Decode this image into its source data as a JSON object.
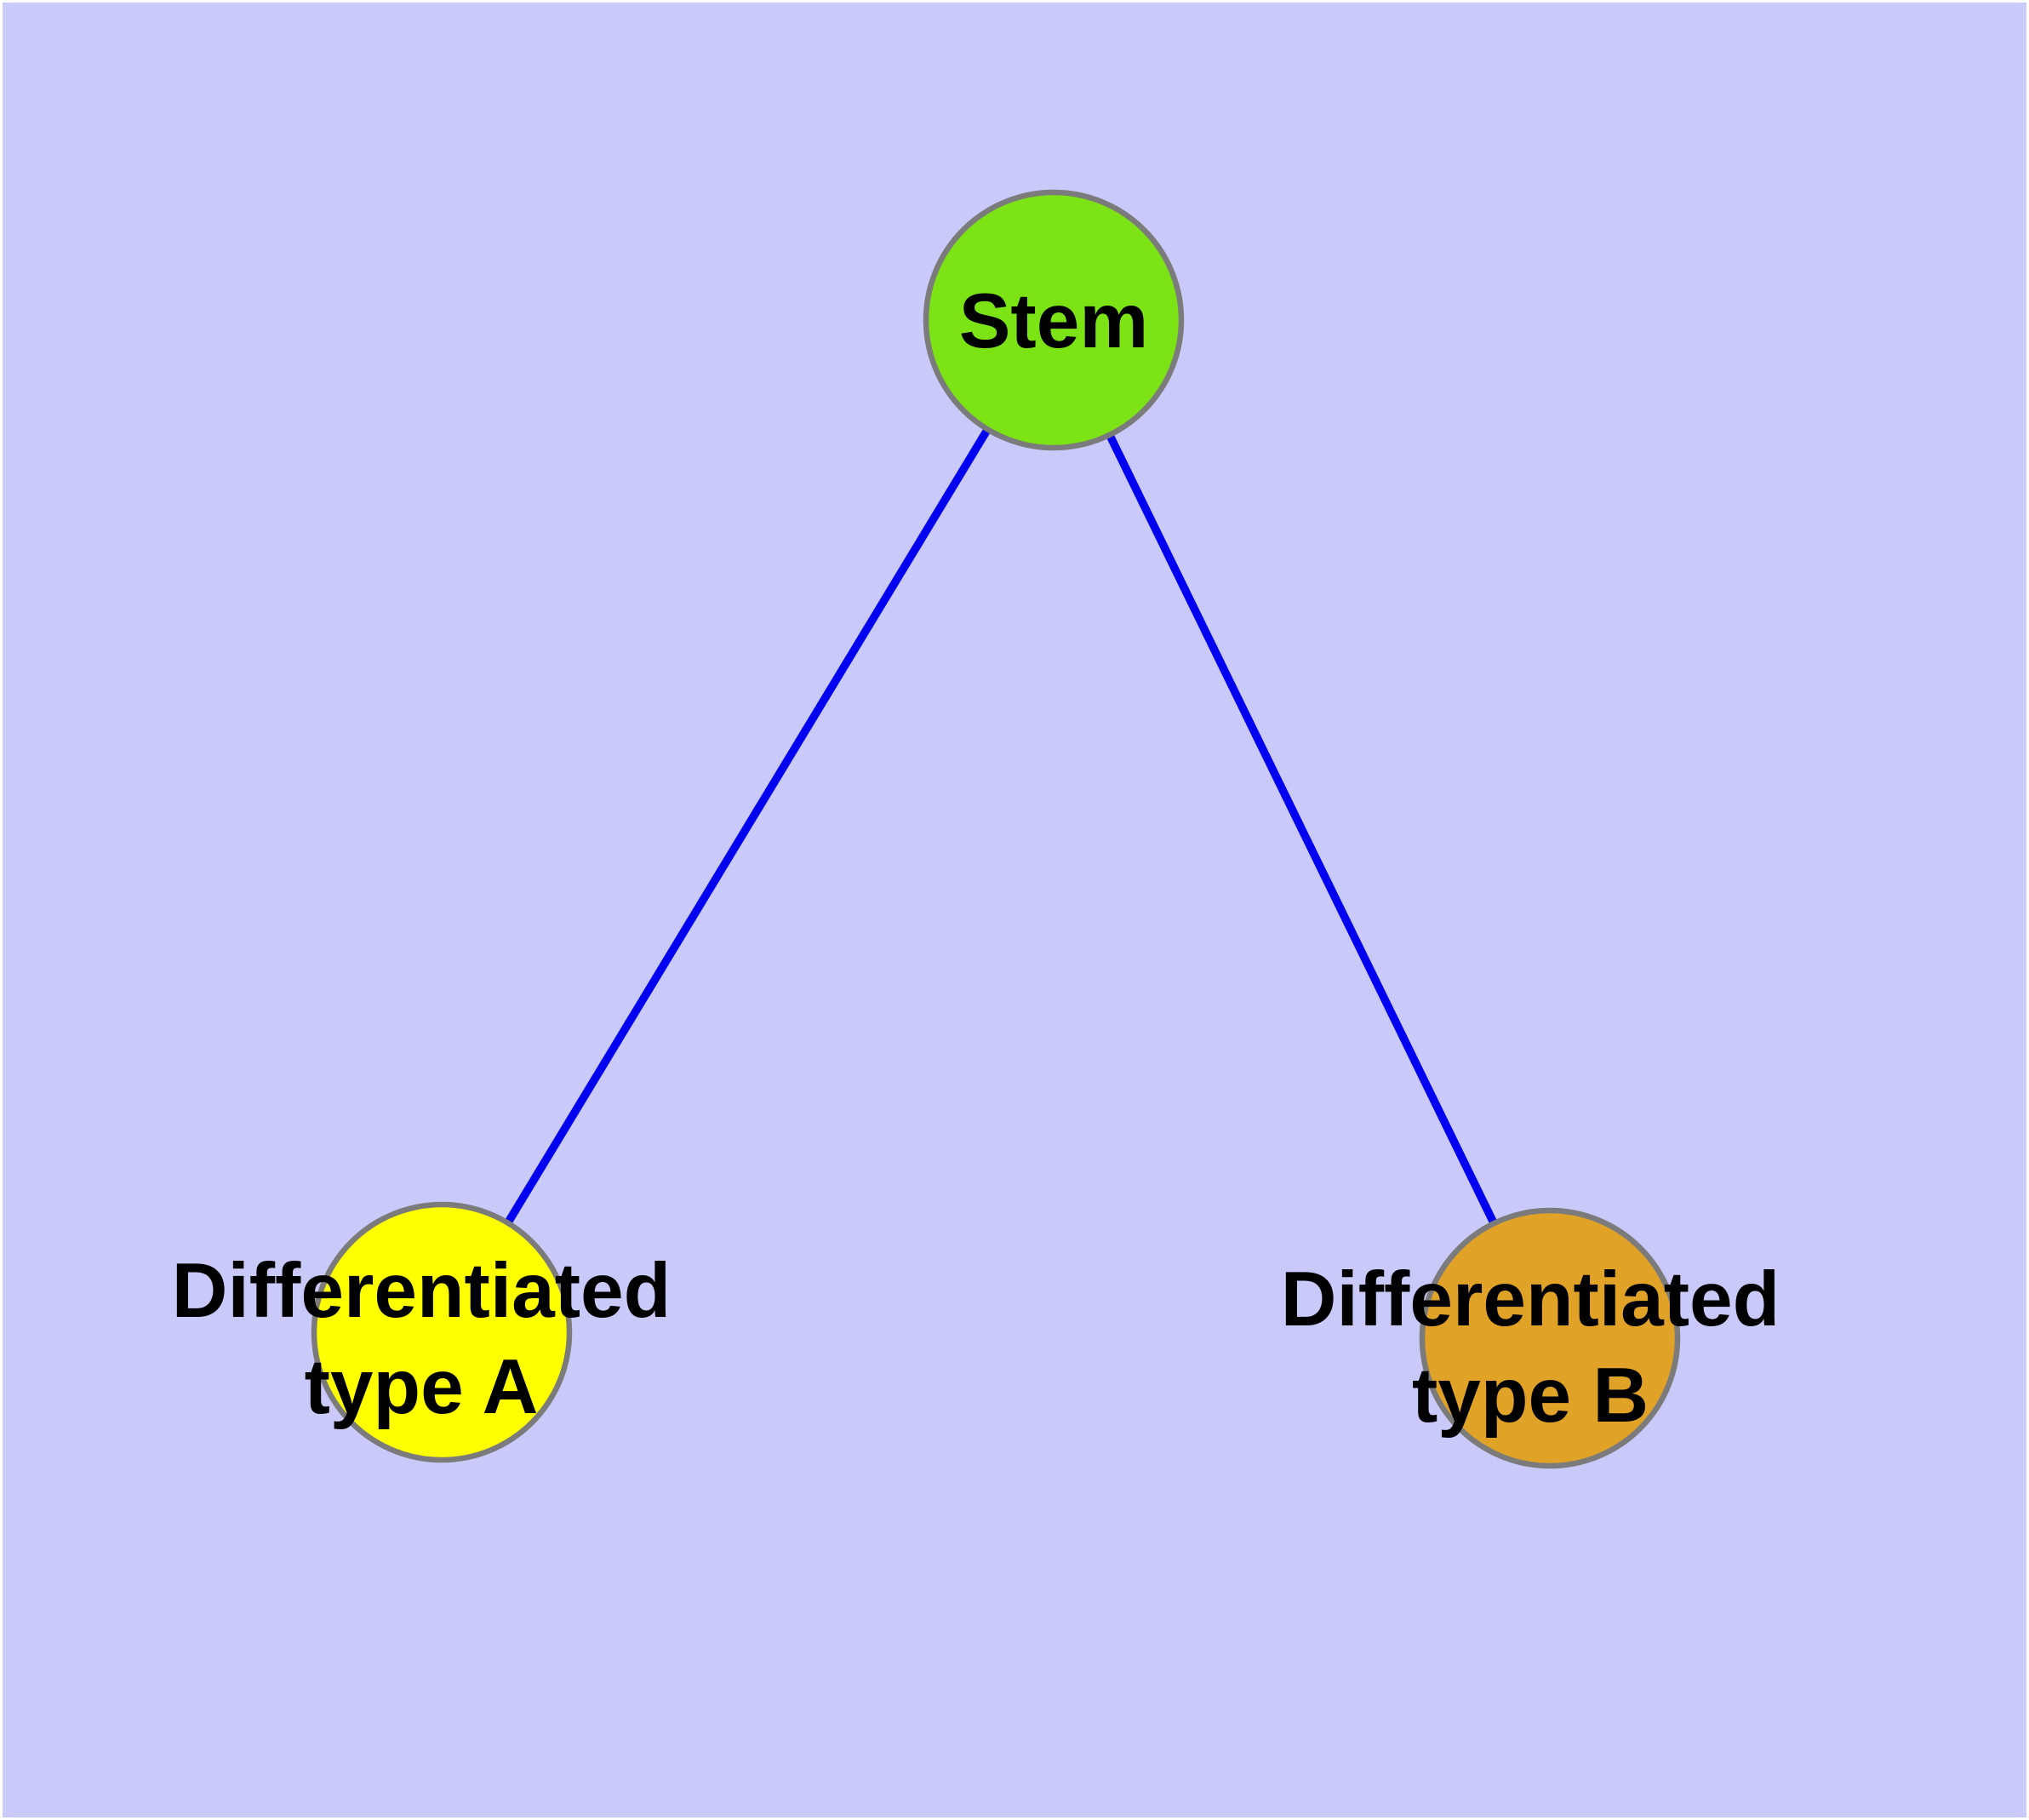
{
  "canvas": {
    "frame_color": "#ffffff",
    "background": "#cacafa"
  },
  "palette": {
    "edge_color": "#0000f0",
    "node_border_color": "#7b7b7b",
    "label_color": "#000000"
  },
  "graph": {
    "nodes": [
      {
        "id": "stem",
        "label": "Stem",
        "lines": [
          "Stem"
        ],
        "color": "#7ce414"
      },
      {
        "id": "differentiated-type-a",
        "label": "Differentiated type A",
        "lines": [
          "Differentiated",
          "type A"
        ],
        "color": "#ffff00"
      },
      {
        "id": "differentiated-type-b",
        "label": "Differentiated type B",
        "lines": [
          "Differentiated",
          "type B"
        ],
        "color": "#e0a227"
      }
    ],
    "edges": [
      {
        "from": "Stem",
        "to": "Differentiated type A"
      },
      {
        "from": "Stem",
        "to": "Differentiated type B"
      }
    ]
  }
}
